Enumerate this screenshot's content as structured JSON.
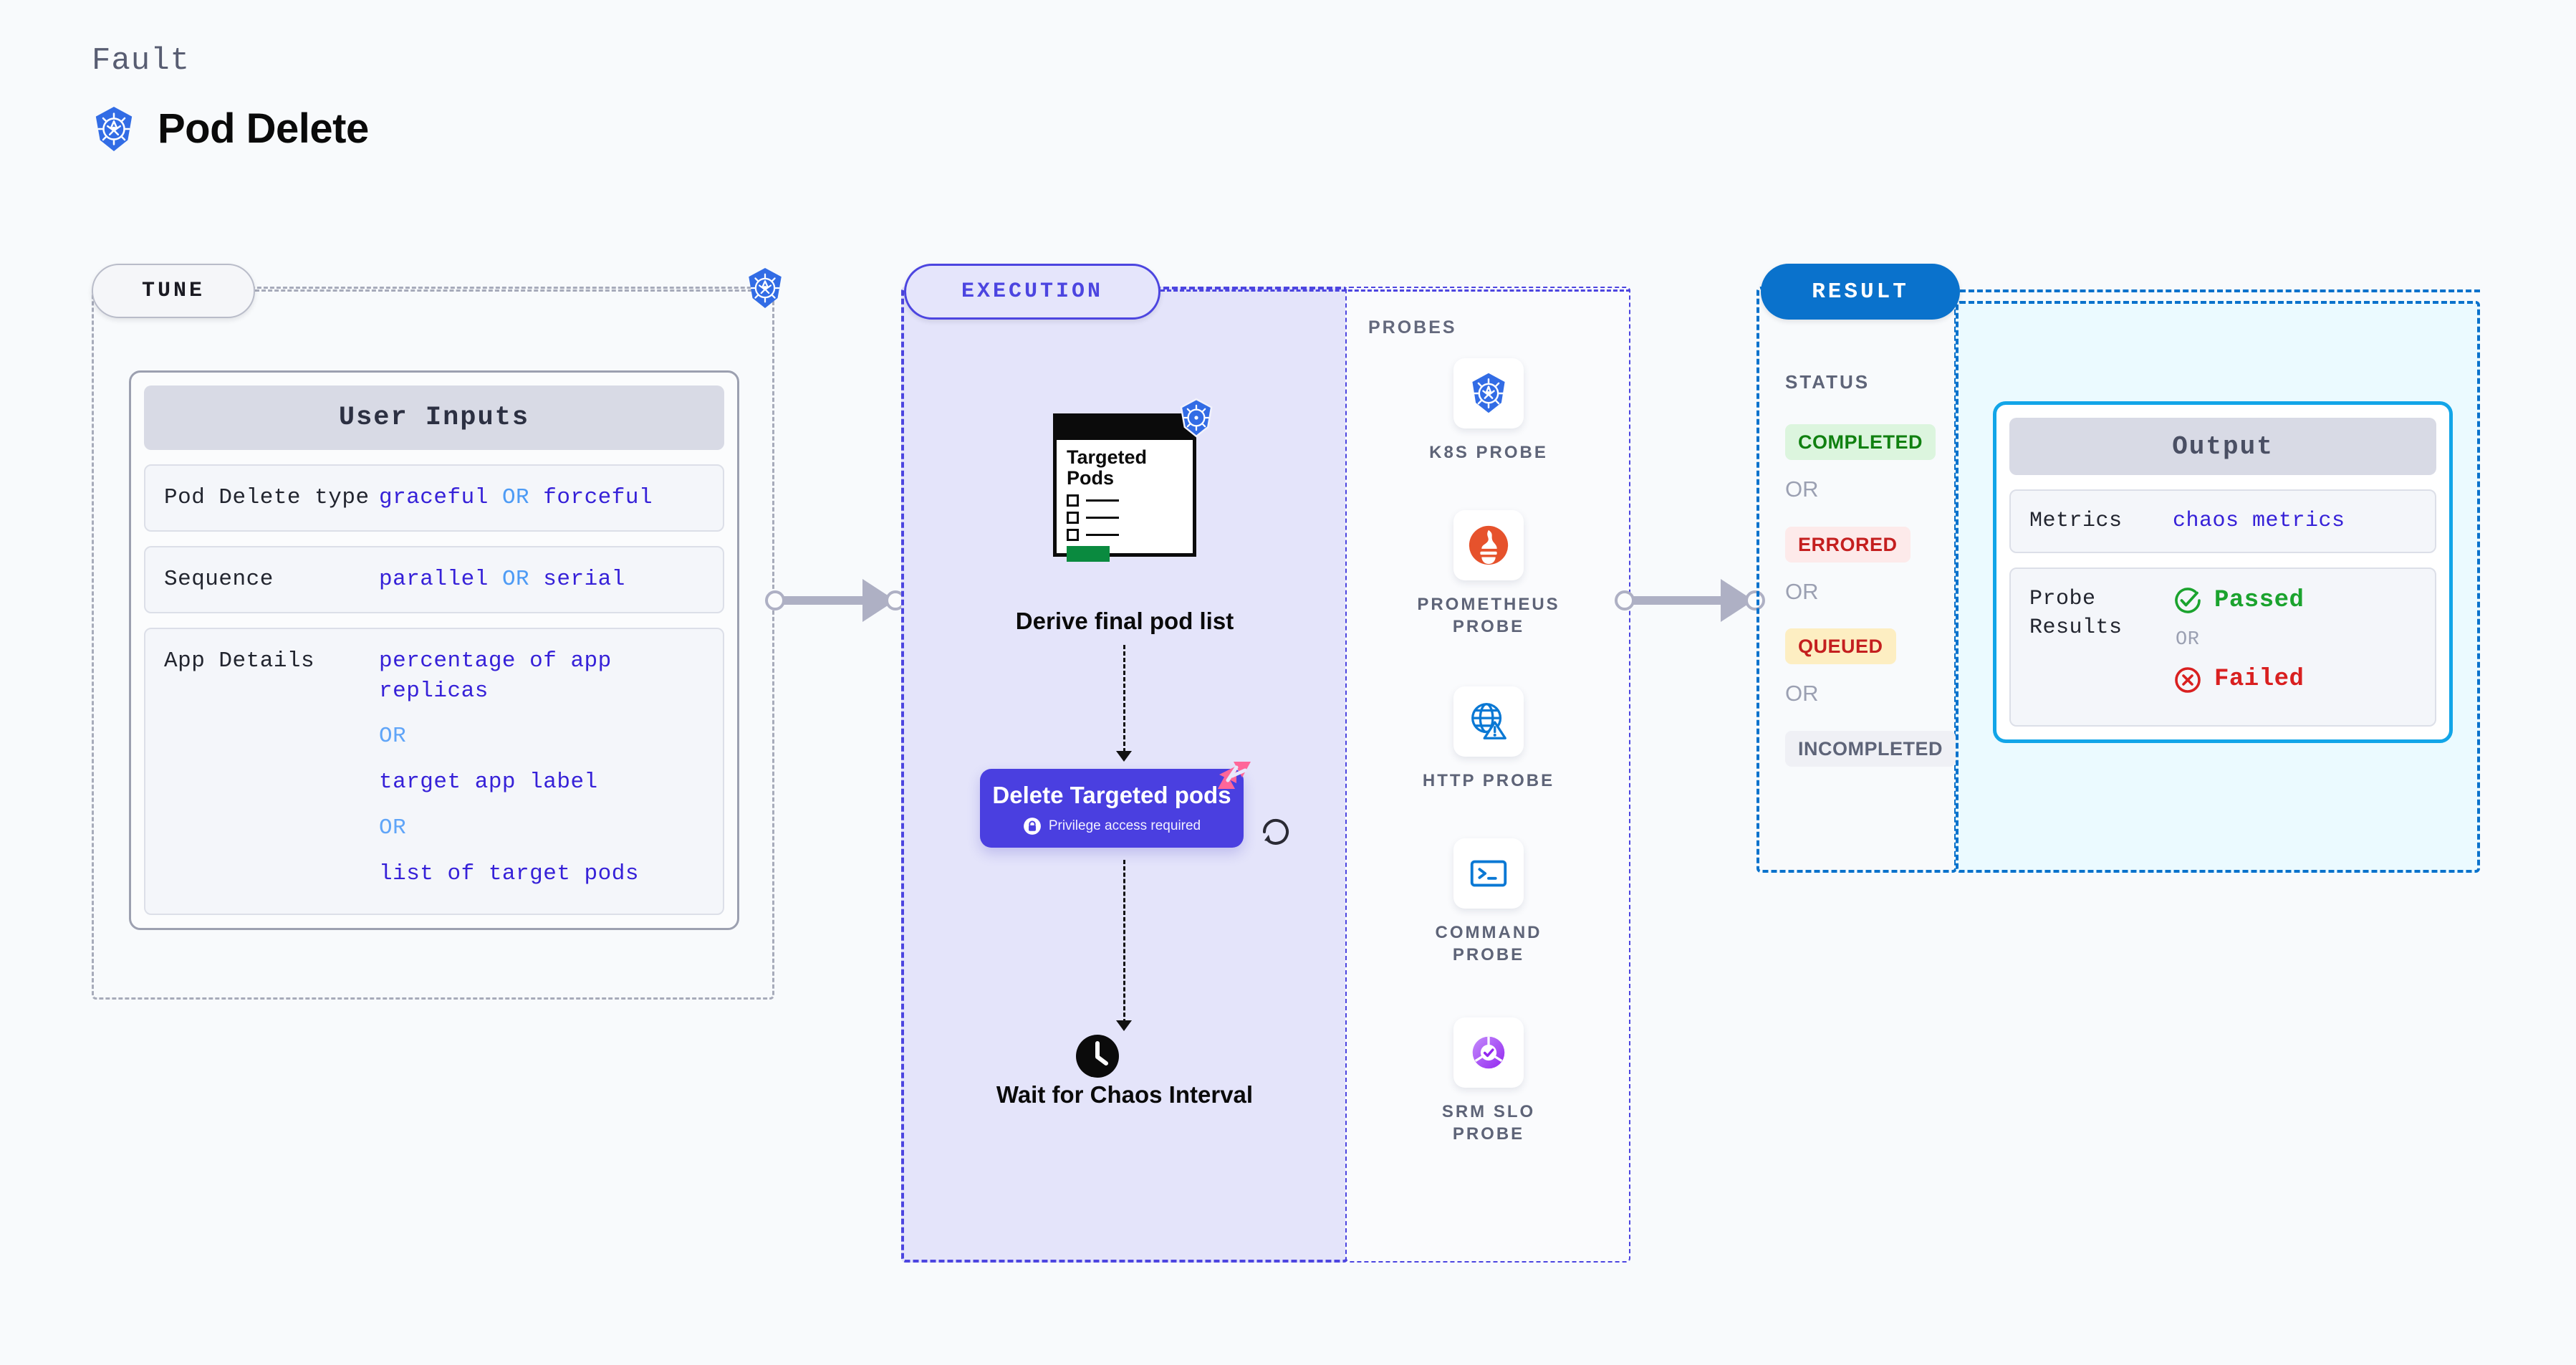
{
  "header": {
    "eyebrow": "Fault",
    "title": "Pod Delete",
    "icon": "kubernetes-icon"
  },
  "tune": {
    "pill_label": "TUNE",
    "platform_icon": "kubernetes-icon",
    "panel_title": "User Inputs",
    "rows": [
      {
        "label": "Pod Delete type",
        "kind": "inline",
        "values": [
          "graceful",
          "forceful"
        ],
        "separator": "OR"
      },
      {
        "label": "Sequence",
        "kind": "inline",
        "values": [
          "parallel",
          "serial"
        ],
        "separator": "OR"
      },
      {
        "label": "App Details",
        "kind": "stacked",
        "values": [
          "percentage of app replicas",
          "target app label",
          "list of target pods"
        ],
        "separator": "OR"
      }
    ]
  },
  "execution": {
    "pill_label": "EXECUTION",
    "steps": [
      {
        "id": "derive",
        "card_title": "Targeted Pods",
        "card_icon": "kubernetes-icon",
        "label": "Derive final pod list"
      },
      {
        "id": "delete",
        "title": "Delete Targeted pods",
        "privilege_note": "Privilege access required",
        "privilege_icon": "lock-icon",
        "corner_icon": "chaos-logo-icon",
        "loop_icon": "loop-repeat-icon"
      },
      {
        "id": "wait",
        "icon": "clock-icon",
        "label": "Wait for Chaos Interval"
      }
    ]
  },
  "probes": {
    "title": "PROBES",
    "items": [
      {
        "name": "K8S PROBE",
        "icon": "kubernetes-icon"
      },
      {
        "name": "PROMETHEUS PROBE",
        "icon": "prometheus-icon"
      },
      {
        "name": "HTTP PROBE",
        "icon": "globe-warning-icon"
      },
      {
        "name": "COMMAND PROBE",
        "icon": "terminal-icon"
      },
      {
        "name": "SRM SLO PROBE",
        "icon": "srm-slo-icon"
      }
    ]
  },
  "result": {
    "pill_label": "RESULT",
    "status_title": "STATUS",
    "separator": "OR",
    "statuses": [
      {
        "label": "COMPLETED",
        "bg": "#dcf5de",
        "fg": "#108010"
      },
      {
        "label": "ERRORED",
        "bg": "#fdeaea",
        "fg": "#c41f1f"
      },
      {
        "label": "QUEUED",
        "bg": "#fdeec2",
        "fg": "#c41f1f"
      },
      {
        "label": "INCOMPLETED",
        "bg": "#eff0f5",
        "fg": "#5e6478"
      }
    ]
  },
  "output": {
    "panel_title": "Output",
    "rows": [
      {
        "label": "Metrics",
        "value": "chaos metrics"
      }
    ],
    "probe_results": {
      "label": "Probe Results",
      "pass_label": "Passed",
      "pass_icon": "check-circle-icon",
      "fail_label": "Failed",
      "fail_icon": "x-circle-icon",
      "separator": "OR"
    }
  },
  "colors": {
    "page_bg": "#f8fafc",
    "k8s_blue": "#326ce5",
    "execution_purple": "#4c45e0",
    "result_blue": "#0a72cc",
    "output_cyan": "#12a5e8",
    "value_indigo": "#3621d8",
    "or_blue": "#4d9bf5",
    "pass_green": "#1ba32e",
    "fail_red": "#d92020",
    "chaos_pink": "#ff6699"
  }
}
